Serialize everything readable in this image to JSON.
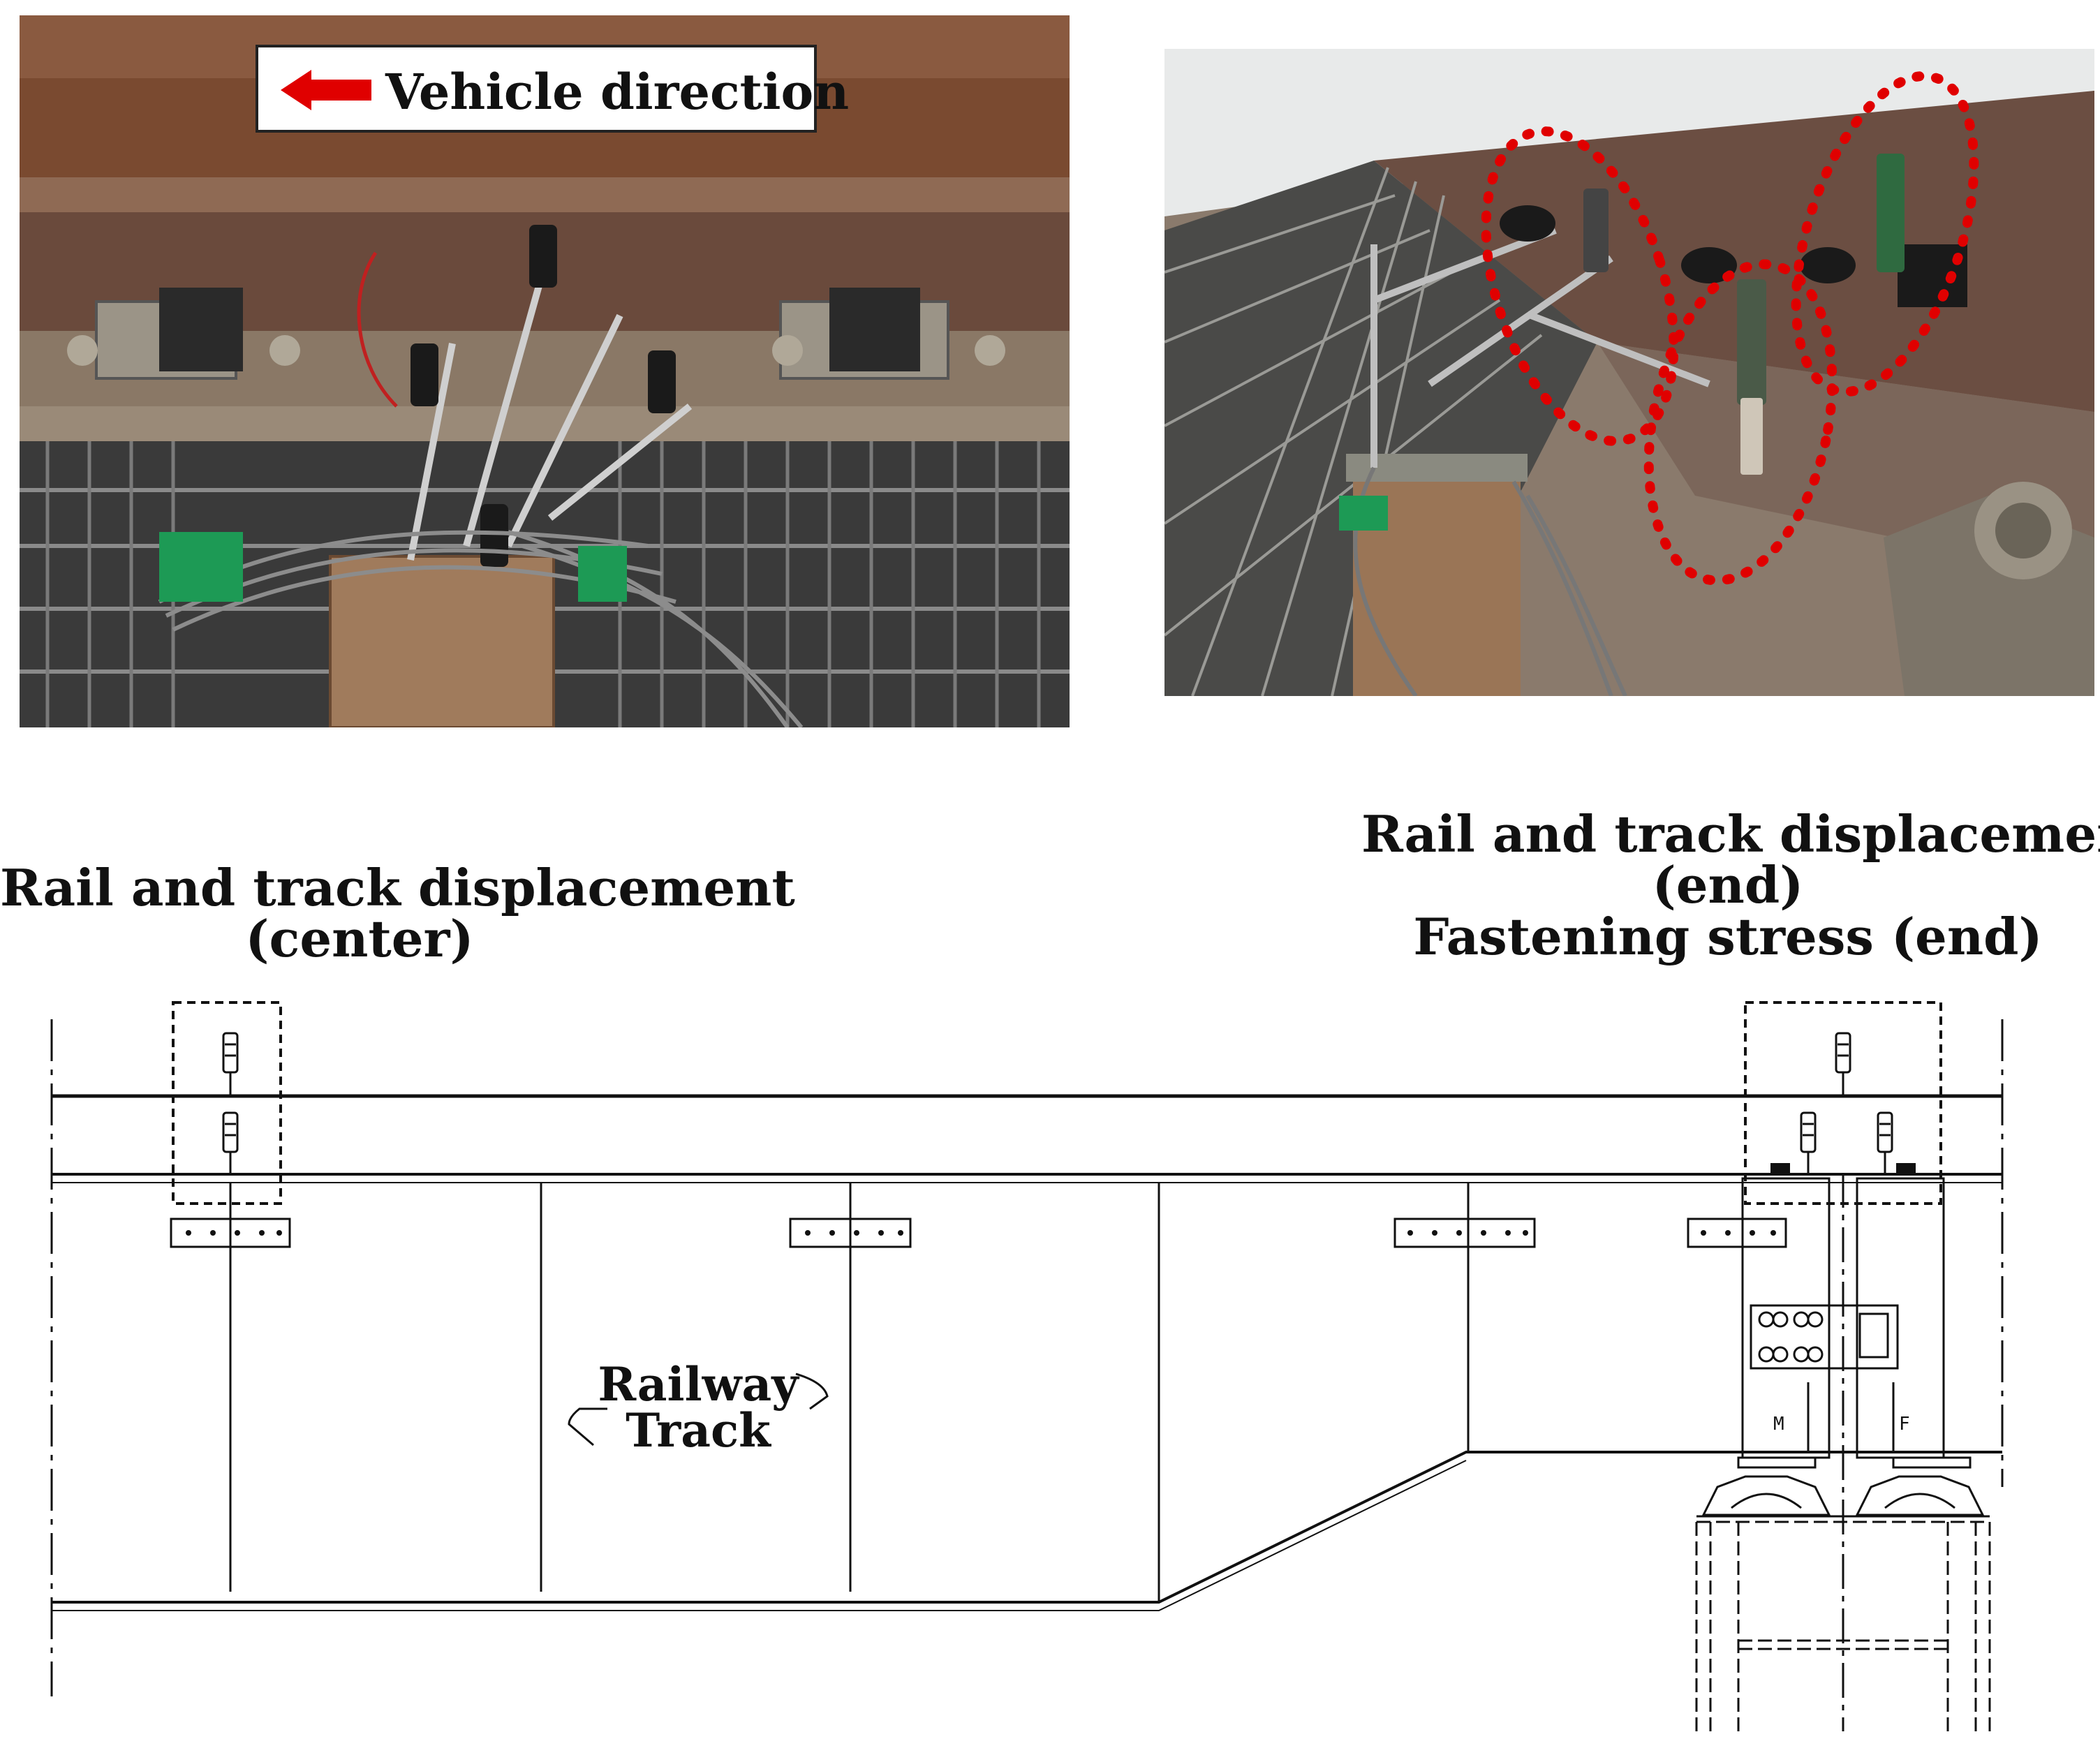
{
  "photos": {
    "left": {
      "callout": {
        "text": "Vehicle direction",
        "arrow_color": "#e00000"
      }
    },
    "right": {
      "highlight_color": "#e00000"
    }
  },
  "labels": {
    "center": {
      "line1": "Rail and track displacement",
      "line2": "(center)"
    },
    "end": {
      "line1": "Rail and track displacement",
      "line2": "(end)",
      "line3": "Fastening stress (end)"
    },
    "track": {
      "line1": "Railway",
      "line2": "Track"
    }
  },
  "bearing_marks": {
    "left": "M",
    "right": "F"
  }
}
